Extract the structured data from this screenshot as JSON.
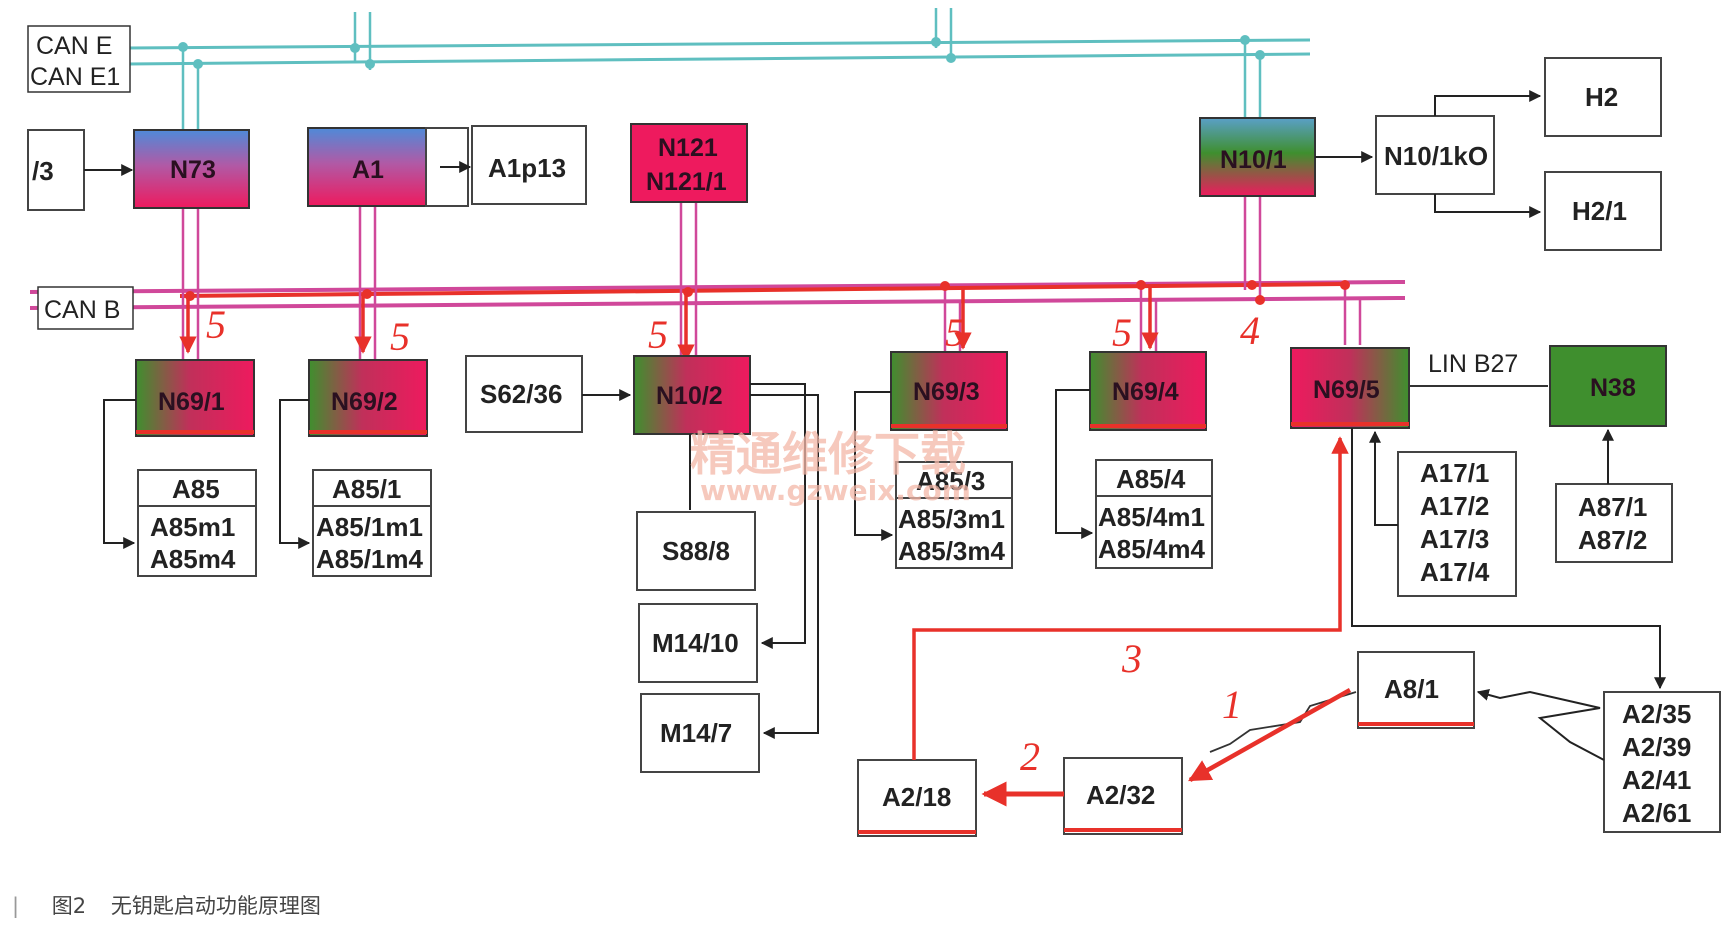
{
  "buses": {
    "can_e": "CAN E",
    "can_e1": "CAN E1",
    "can_b": "CAN B",
    "lin": "LIN B27"
  },
  "modules": {
    "input_left": "/3",
    "n73": "N73",
    "a1": "A1",
    "a1p13": "A1p13",
    "n121_line1": "N121",
    "n121_line2": "N121/1",
    "n10_1": "N10/1",
    "n10_1ko": "N10/1kO",
    "h2": "H2",
    "h2_1": "H2/1",
    "n69_1": "N69/1",
    "n69_2": "N69/2",
    "s62_36": "S62/36",
    "n10_2": "N10/2",
    "n69_3": "N69/3",
    "n69_4": "N69/4",
    "n69_5": "N69/5",
    "n38": "N38",
    "s88_8": "S88/8",
    "m14_10": "M14/10",
    "m14_7": "M14/7",
    "a8_1": "A8/1",
    "a2_18": "A2/18",
    "a2_32": "A2/32"
  },
  "groups": {
    "a85": [
      "A85",
      "A85m1",
      "A85m4"
    ],
    "a85_1": [
      "A85/1",
      "A85/1m1",
      "A85/1m4"
    ],
    "a85_3": [
      "A85/3",
      "A85/3m1",
      "A85/3m4"
    ],
    "a85_4": [
      "A85/4",
      "A85/4m1",
      "A85/4m4"
    ],
    "a17": [
      "A17/1",
      "A17/2",
      "A17/3",
      "A17/4"
    ],
    "a87": [
      "A87/1",
      "A87/2"
    ],
    "a2_antennas": [
      "A2/35",
      "A2/39",
      "A2/41",
      "A2/61"
    ]
  },
  "steps": {
    "s1": "1",
    "s2": "2",
    "s3": "3",
    "s4": "4",
    "s5": "5"
  },
  "watermark": {
    "line1": "精通维修下载",
    "line2": "www.gzweix.com"
  },
  "caption": {
    "marker": "|",
    "figure": "图2",
    "title": "无钥匙启动功能原理图"
  },
  "colors": {
    "can_e": "#5fbfc0",
    "can_b": "#d0489a",
    "signal": "#e8312a",
    "module_pink": "#ee1a5e",
    "module_green": "#3f8f2e",
    "module_blue": "#4f8ad8"
  }
}
